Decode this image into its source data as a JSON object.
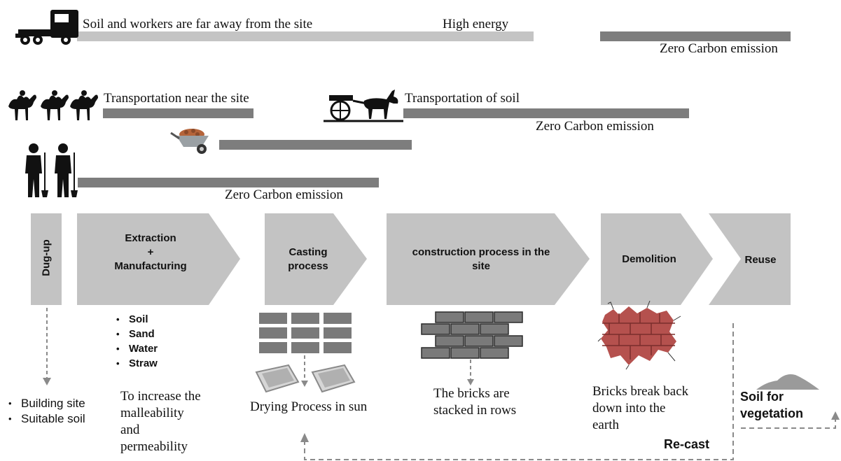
{
  "colors": {
    "bar_light": "#c4c4c4",
    "bar_dark": "#7d7d7d",
    "arrow_fill": "#c3c3c3",
    "brick_gray": "#7a7a7a",
    "brick_red": "#b5514e",
    "dash": "#8a8a8a"
  },
  "transport": {
    "truck_text": "Soil and workers are far away from the site",
    "truck_energy": "High energy",
    "truck_emission": "Zero Carbon emission",
    "camels_text": "Transportation near the site",
    "donkey_text": "Transportation of soil",
    "donkey_emission": "Zero Carbon emission",
    "workers_emission": "Zero Carbon emission"
  },
  "icons": [
    "truck-icon",
    "camel-caravan-icon",
    "donkey-cart-icon",
    "wheelbarrow-icon",
    "workers-with-shovels-icon",
    "brick-grid-icon",
    "brick-mold-icon",
    "brick-wall-icon",
    "broken-brick-wall-icon",
    "soil-pile-icon"
  ],
  "stages": {
    "dugup": "Dug-up",
    "extraction_line1": "Extraction",
    "extraction_line2": "+",
    "extraction_line3": "Manufacturing",
    "casting_line1": "Casting",
    "casting_line2": "process",
    "construction_line1": "construction process in the",
    "construction_line2": "site",
    "demolition": "Demolition",
    "reuse": "Reuse"
  },
  "dugup_items": [
    "Building site",
    "Suitable soil"
  ],
  "ingredients": [
    "Soil",
    "Sand",
    "Water",
    "Straw"
  ],
  "captions": {
    "malleability_1": "To increase the",
    "malleability_2": "malleability",
    "malleability_3": "and",
    "malleability_4": "permeability",
    "drying": "Drying Process in sun",
    "stacked_1": "The bricks are",
    "stacked_2": "stacked in rows",
    "break_1": "Bricks break back",
    "break_2": "down into the",
    "break_3": "earth",
    "soil_1": "Soil for",
    "soil_2": "vegetation",
    "recast": "Re-cast"
  }
}
